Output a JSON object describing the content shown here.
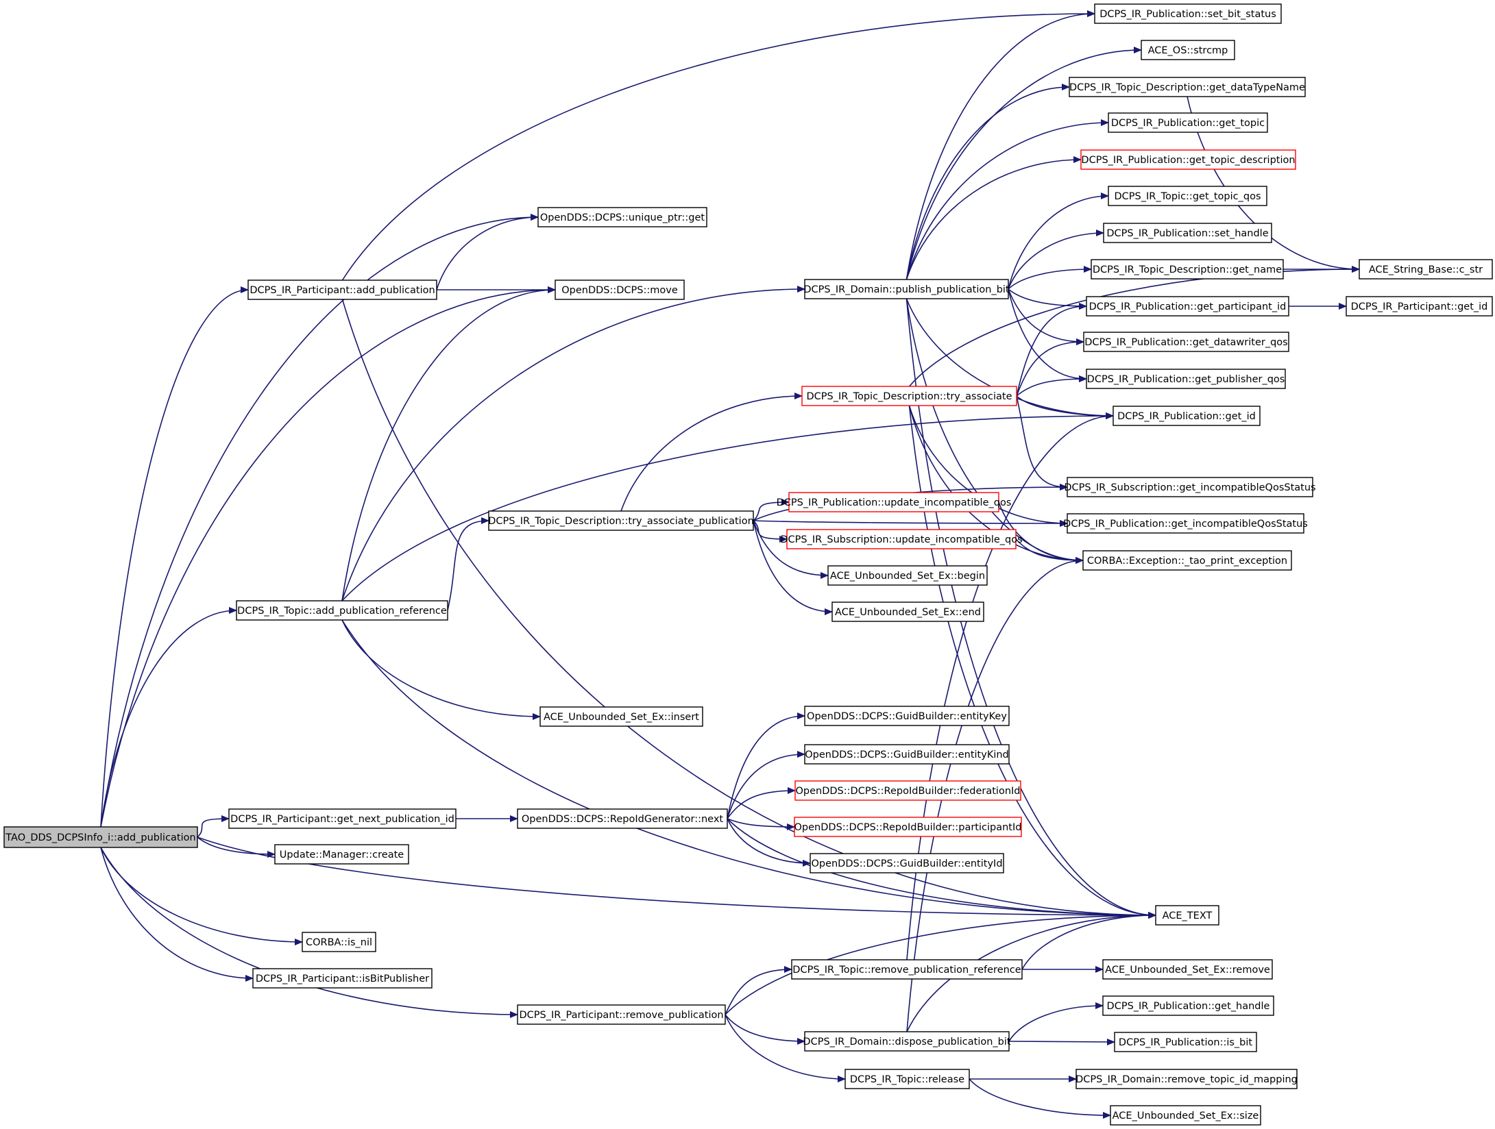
{
  "diagram": {
    "type": "call-graph",
    "colors": {
      "edge": "#191970",
      "node_border": "#000000",
      "node_border_incomplete": "#ff0000",
      "root_fill": "#bfbfbf",
      "node_fill": "#ffffff"
    },
    "nodes": [
      {
        "id": "root",
        "label": "TAO_DDS_DCPSInfo_i::add_publication",
        "style": "root"
      },
      {
        "id": "p_add",
        "label": "DCPS_IR_Participant::add_publication"
      },
      {
        "id": "uptr_get",
        "label": "OpenDDS::DCPS::unique_ptr::get"
      },
      {
        "id": "move",
        "label": "OpenDDS::DCPS::move"
      },
      {
        "id": "set_bit_status",
        "label": "DCPS_IR_Publication::set_bit_status"
      },
      {
        "id": "strcmp",
        "label": "ACE_OS::strcmp"
      },
      {
        "id": "get_dataTypeName",
        "label": "DCPS_IR_Topic_Description::get_dataTypeName"
      },
      {
        "id": "pub_get_topic",
        "label": "DCPS_IR_Publication::get_topic"
      },
      {
        "id": "pub_get_topic_desc",
        "label": "DCPS_IR_Publication::get_topic_description",
        "style": "incomplete"
      },
      {
        "id": "topic_get_qos",
        "label": "DCPS_IR_Topic::get_topic_qos"
      },
      {
        "id": "set_handle",
        "label": "DCPS_IR_Publication::set_handle"
      },
      {
        "id": "td_get_name",
        "label": "DCPS_IR_Topic_Description::get_name"
      },
      {
        "id": "c_str",
        "label": "ACE_String_Base::c_str"
      },
      {
        "id": "dom_publish_bit",
        "label": "DCPS_IR_Domain::publish_publication_bit"
      },
      {
        "id": "pub_get_participant_id",
        "label": "DCPS_IR_Publication::get_participant_id"
      },
      {
        "id": "part_get_id",
        "label": "DCPS_IR_Participant::get_id"
      },
      {
        "id": "get_datawriter_qos",
        "label": "DCPS_IR_Publication::get_datawriter_qos"
      },
      {
        "id": "get_publisher_qos",
        "label": "DCPS_IR_Publication::get_publisher_qos"
      },
      {
        "id": "td_try_associate",
        "label": "DCPS_IR_Topic_Description::try_associate",
        "style": "incomplete"
      },
      {
        "id": "pub_get_id",
        "label": "DCPS_IR_Publication::get_id"
      },
      {
        "id": "sub_get_incompat",
        "label": "DCPS_IR_Subscription::get_incompatibleQosStatus"
      },
      {
        "id": "pub_update_incompat",
        "label": "DCPS_IR_Publication::update_incompatible_qos",
        "style": "incomplete"
      },
      {
        "id": "pub_get_incompat",
        "label": "DCPS_IR_Publication::get_incompatibleQosStatus"
      },
      {
        "id": "td_try_assoc_pub",
        "label": "DCPS_IR_Topic_Description::try_associate_publication"
      },
      {
        "id": "sub_update_incompat",
        "label": "DCPS_IR_Subscription::update_incompatible_qos",
        "style": "incomplete"
      },
      {
        "id": "tao_print_exc",
        "label": "CORBA::Exception::_tao_print_exception"
      },
      {
        "id": "ubs_begin",
        "label": "ACE_Unbounded_Set_Ex::begin"
      },
      {
        "id": "topic_add_pub_ref",
        "label": "DCPS_IR_Topic::add_publication_reference"
      },
      {
        "id": "ubs_end",
        "label": "ACE_Unbounded_Set_Ex::end"
      },
      {
        "id": "ubs_insert",
        "label": "ACE_Unbounded_Set_Ex::insert"
      },
      {
        "id": "gb_entityKey",
        "label": "OpenDDS::DCPS::GuidBuilder::entityKey"
      },
      {
        "id": "gb_entityKind",
        "label": "OpenDDS::DCPS::GuidBuilder::entityKind"
      },
      {
        "id": "rb_federationId",
        "label": "OpenDDS::DCPS::RepoIdBuilder::federationId",
        "style": "incomplete"
      },
      {
        "id": "p_get_next_pub_id",
        "label": "DCPS_IR_Participant::get_next_publication_id"
      },
      {
        "id": "repo_next",
        "label": "OpenDDS::DCPS::RepoIdGenerator::next"
      },
      {
        "id": "rb_participantId",
        "label": "OpenDDS::DCPS::RepoIdBuilder::participantId",
        "style": "incomplete"
      },
      {
        "id": "upd_create",
        "label": "Update::Manager::create"
      },
      {
        "id": "gb_entityId",
        "label": "OpenDDS::DCPS::GuidBuilder::entityId"
      },
      {
        "id": "ace_text",
        "label": "ACE_TEXT"
      },
      {
        "id": "is_nil",
        "label": "CORBA::is_nil"
      },
      {
        "id": "topic_remove_pub_ref",
        "label": "DCPS_IR_Topic::remove_publication_reference"
      },
      {
        "id": "ubs_remove",
        "label": "ACE_Unbounded_Set_Ex::remove"
      },
      {
        "id": "p_isBitPublisher",
        "label": "DCPS_IR_Participant::isBitPublisher"
      },
      {
        "id": "pub_get_handle",
        "label": "DCPS_IR_Publication::get_handle"
      },
      {
        "id": "p_remove_pub",
        "label": "DCPS_IR_Participant::remove_publication"
      },
      {
        "id": "dom_dispose_bit",
        "label": "DCPS_IR_Domain::dispose_publication_bit"
      },
      {
        "id": "pub_is_bit",
        "label": "DCPS_IR_Publication::is_bit"
      },
      {
        "id": "topic_release",
        "label": "DCPS_IR_Topic::release"
      },
      {
        "id": "dom_remove_topic_map",
        "label": "DCPS_IR_Domain::remove_topic_id_mapping"
      },
      {
        "id": "ubs_size",
        "label": "ACE_Unbounded_Set_Ex::size"
      }
    ],
    "edges": [
      [
        "root",
        "uptr_get"
      ],
      [
        "root",
        "move"
      ],
      [
        "root",
        "p_add"
      ],
      [
        "root",
        "topic_add_pub_ref"
      ],
      [
        "root",
        "p_get_next_pub_id"
      ],
      [
        "root",
        "upd_create"
      ],
      [
        "root",
        "ace_text"
      ],
      [
        "root",
        "is_nil"
      ],
      [
        "root",
        "p_isBitPublisher"
      ],
      [
        "root",
        "p_remove_pub"
      ],
      [
        "p_add",
        "uptr_get"
      ],
      [
        "p_add",
        "move"
      ],
      [
        "p_add",
        "set_bit_status"
      ],
      [
        "p_add",
        "ace_text"
      ],
      [
        "topic_add_pub_ref",
        "move"
      ],
      [
        "topic_add_pub_ref",
        "dom_publish_bit"
      ],
      [
        "topic_add_pub_ref",
        "pub_get_id"
      ],
      [
        "topic_add_pub_ref",
        "td_try_assoc_pub"
      ],
      [
        "topic_add_pub_ref",
        "ubs_insert"
      ],
      [
        "topic_add_pub_ref",
        "ace_text"
      ],
      [
        "dom_publish_bit",
        "set_bit_status"
      ],
      [
        "dom_publish_bit",
        "strcmp"
      ],
      [
        "dom_publish_bit",
        "get_dataTypeName"
      ],
      [
        "dom_publish_bit",
        "pub_get_topic"
      ],
      [
        "dom_publish_bit",
        "pub_get_topic_desc"
      ],
      [
        "dom_publish_bit",
        "topic_get_qos"
      ],
      [
        "dom_publish_bit",
        "set_handle"
      ],
      [
        "dom_publish_bit",
        "td_get_name"
      ],
      [
        "dom_publish_bit",
        "pub_get_participant_id"
      ],
      [
        "dom_publish_bit",
        "get_datawriter_qos"
      ],
      [
        "dom_publish_bit",
        "get_publisher_qos"
      ],
      [
        "dom_publish_bit",
        "pub_get_id"
      ],
      [
        "dom_publish_bit",
        "tao_print_exc"
      ],
      [
        "dom_publish_bit",
        "ace_text"
      ],
      [
        "get_dataTypeName",
        "c_str"
      ],
      [
        "td_get_name",
        "c_str"
      ],
      [
        "pub_get_participant_id",
        "part_get_id"
      ],
      [
        "td_assoc_dummy",
        "none"
      ],
      [
        "td_try_assoc_pub",
        "td_try_associate"
      ],
      [
        "td_try_assoc_pub",
        "sub_get_incompat"
      ],
      [
        "td_try_assoc_pub",
        "pub_get_incompat"
      ],
      [
        "td_try_assoc_pub",
        "pub_update_incompat"
      ],
      [
        "td_try_assoc_pub",
        "sub_update_incompat"
      ],
      [
        "td_try_assoc_pub",
        "ubs_begin"
      ],
      [
        "td_try_assoc_pub",
        "ubs_end"
      ],
      [
        "td_try_associate",
        "pub_get_participant_id"
      ],
      [
        "td_try_associate",
        "get_datawriter_qos"
      ],
      [
        "td_try_associate",
        "get_publisher_qos"
      ],
      [
        "td_try_associate",
        "pub_get_id"
      ],
      [
        "td_try_associate",
        "c_str"
      ],
      [
        "td_try_associate",
        "sub_get_incompat"
      ],
      [
        "td_try_associate",
        "pub_get_incompat"
      ],
      [
        "td_try_associate",
        "tao_print_exc"
      ],
      [
        "td_try_associate",
        "ace_text"
      ],
      [
        "pub_update_incompat",
        "tao_print_exc"
      ],
      [
        "sub_update_incompat",
        "tao_print_exc"
      ],
      [
        "p_get_next_pub_id",
        "repo_next"
      ],
      [
        "repo_next",
        "gb_entityKey"
      ],
      [
        "repo_next",
        "gb_entityKind"
      ],
      [
        "repo_next",
        "rb_federationId"
      ],
      [
        "repo_next",
        "rb_participantId"
      ],
      [
        "repo_next",
        "gb_entityId"
      ],
      [
        "repo_next",
        "ace_text"
      ],
      [
        "p_remove_pub",
        "topic_remove_pub_ref"
      ],
      [
        "p_remove_pub",
        "dom_dispose_bit"
      ],
      [
        "p_remove_pub",
        "topic_release"
      ],
      [
        "p_remove_pub",
        "ace_text"
      ],
      [
        "topic_remove_pub_ref",
        "pub_get_id"
      ],
      [
        "topic_remove_pub_ref",
        "ubs_remove"
      ],
      [
        "topic_remove_pub_ref",
        "ace_text"
      ],
      [
        "dom_dispose_bit",
        "pub_get_handle"
      ],
      [
        "dom_dispose_bit",
        "pub_is_bit"
      ],
      [
        "dom_dispose_bit",
        "tao_print_exc"
      ],
      [
        "dom_dispose_bit",
        "ace_text"
      ],
      [
        "topic_release",
        "dom_remove_topic_map"
      ],
      [
        "topic_release",
        "ubs_size"
      ]
    ]
  }
}
